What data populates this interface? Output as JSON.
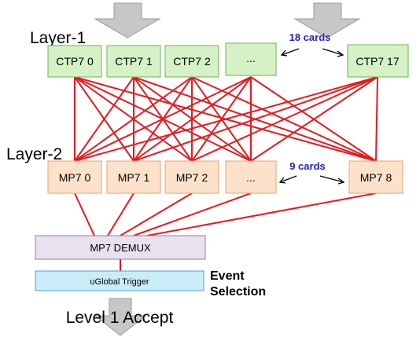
{
  "layers": {
    "layer1_label": "Layer-1",
    "layer2_label": "Layer-2"
  },
  "layer1_cards": [
    "CTP7 0",
    "CTP7 1",
    "CTP7 2",
    "...",
    "CTP7 17"
  ],
  "layer2_cards": [
    "MP7 0",
    "MP7 1",
    "MP7 2",
    "...",
    "MP7 8"
  ],
  "annotations": {
    "layer1_count": "18 cards",
    "layer2_count": "9 cards"
  },
  "demux": {
    "label": "MP7 DEMUX"
  },
  "trigger": {
    "label": "uGlobal Trigger"
  },
  "event_selection": {
    "line1": "Event",
    "line2": "Selection"
  },
  "accept": {
    "label": "Level 1 Accept"
  },
  "colors": {
    "layer1_fill": "#d5f2c6",
    "layer1_stroke": "#6fb153",
    "layer2_fill": "#fde2cb",
    "layer2_stroke": "#e8a06e",
    "link": "#e8191e",
    "demux_fill": "#e8e1ef",
    "demux_stroke": "#8b7fa0",
    "trigger_fill": "#c9ecf8",
    "trigger_stroke": "#4aa6c9",
    "arrow_fill": "#c6c7c9",
    "arrow_stroke": "#9a9a9a",
    "accent_blue": "#2222cc"
  }
}
